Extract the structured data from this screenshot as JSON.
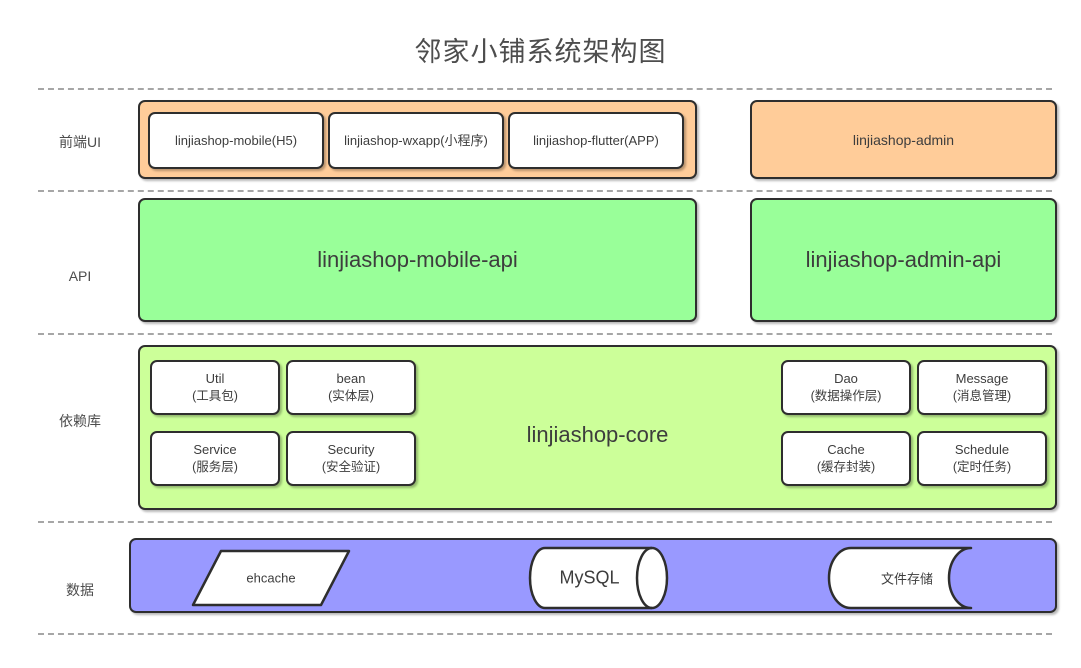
{
  "title": "邻家小铺系统架构图",
  "colors": {
    "frontend_band": "#FFCC99",
    "api_band": "#99FF99",
    "core_band": "#CCFF99",
    "data_band": "#9999FF",
    "chip_fill": "#FFFFFF",
    "stroke": "#2E2E2E",
    "separator": "#A6A6A6",
    "text": "#3D3D3D"
  },
  "rows": [
    {
      "label": "前端UI"
    },
    {
      "label": "API"
    },
    {
      "label": "依赖库"
    },
    {
      "label": "数据"
    }
  ],
  "frontend": {
    "client_group": {
      "chips": [
        {
          "name": "linjiashop-mobile(H5)"
        },
        {
          "name": "linjiashop-wxapp(小程序)"
        },
        {
          "name": "linjiashop-flutter(APP)"
        }
      ]
    },
    "admin": {
      "name": "linjiashop-admin"
    }
  },
  "api": {
    "mobile": {
      "name": "linjiashop-mobile-api"
    },
    "admin": {
      "name": "linjiashop-admin-api"
    }
  },
  "core": {
    "name": "linjiashop-core",
    "left_modules": [
      {
        "name": "Util",
        "desc": "(工具包)"
      },
      {
        "name": "bean",
        "desc": "(实体层)"
      },
      {
        "name": "Service",
        "desc": "(服务层)"
      },
      {
        "name": "Security",
        "desc": "(安全验证)"
      }
    ],
    "right_modules": [
      {
        "name": "Dao",
        "desc": "(数据操作层)"
      },
      {
        "name": "Message",
        "desc": "(消息管理)"
      },
      {
        "name": "Cache",
        "desc": "(缓存封装)"
      },
      {
        "name": "Schedule",
        "desc": "(定时任务)"
      }
    ]
  },
  "data": {
    "stores": [
      {
        "name": "ehcache",
        "shape": "parallelogram"
      },
      {
        "name": "MySQL",
        "shape": "cylinder"
      },
      {
        "name": "文件存储",
        "shape": "tape"
      }
    ]
  }
}
